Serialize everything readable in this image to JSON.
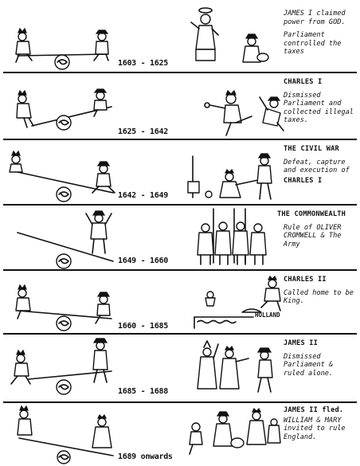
{
  "rows": [
    {
      "dates": "1603 - 1625",
      "caption": [
        "JAMES I claimed power from GOD.",
        "Parliament controlled the taxes"
      ]
    },
    {
      "dates": "1625 - 1642",
      "caption": [
        "CHARLES I",
        "Dismissed Parliament and collected illegal taxes."
      ]
    },
    {
      "dates": "1642 - 1649",
      "caption": [
        "THE CIVIL WAR",
        "Defeat, capture and execution of",
        "CHARLES I"
      ]
    },
    {
      "dates": "1649 - 1660",
      "caption": [
        "THE COMMONWEALTH",
        "Rule of OLIVER CROMWELL & The Army"
      ]
    },
    {
      "dates": "1660 - 1685",
      "caption": [
        "CHARLES II",
        "Called home to be King."
      ],
      "extra_label": "HOLLAND"
    },
    {
      "dates": "1685 - 1688",
      "caption": [
        "JAMES II",
        "Dismissed Parliament & ruled alone."
      ]
    },
    {
      "dates": "1689 onwards",
      "caption": [
        "JAMES II fled.",
        "WILLIAM & MARY invited to rule England."
      ]
    }
  ]
}
